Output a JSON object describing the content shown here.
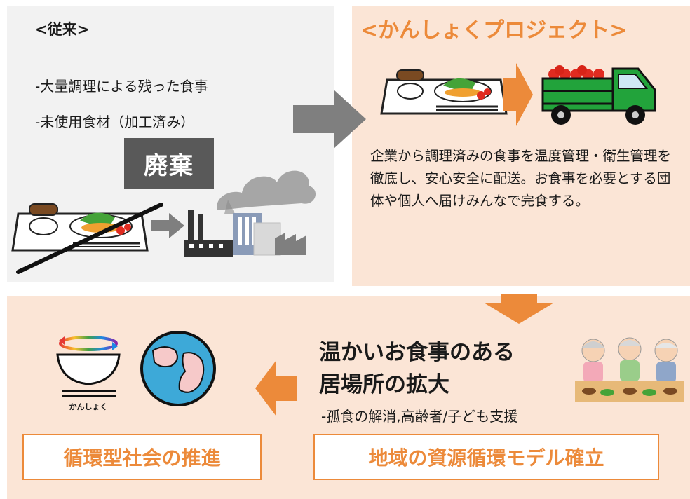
{
  "conventional": {
    "title": "<従来>",
    "items": [
      "-大量調理による残った食事",
      "-未使用食材（加工済み）"
    ],
    "disposal_label": "廃棄"
  },
  "project": {
    "title": "<かんしょくプロジェクト>",
    "description": "企業から調理済みの食事を温度管理・衛生管理を徹底し、安心安全に配送。お食事を必要とする団体や個人へ届けみんなで完食する。"
  },
  "outcome": {
    "title_line1": "温かいお食事のある",
    "title_line2": "居場所の拡大",
    "subtitle": "-孤食の解消,高齢者/子ども支援"
  },
  "logo_label": "かんしょく",
  "circular_society_label": "循環型社会の推進",
  "regional_model_label": "地域の資源循環モデル確立",
  "colors": {
    "accent_orange": "#ec8a3a",
    "panel_peach": "#fbe5d6",
    "panel_gray": "#f2f2f2",
    "arrow_gray": "#7f7f7f",
    "truck_green": "#22a33b"
  }
}
